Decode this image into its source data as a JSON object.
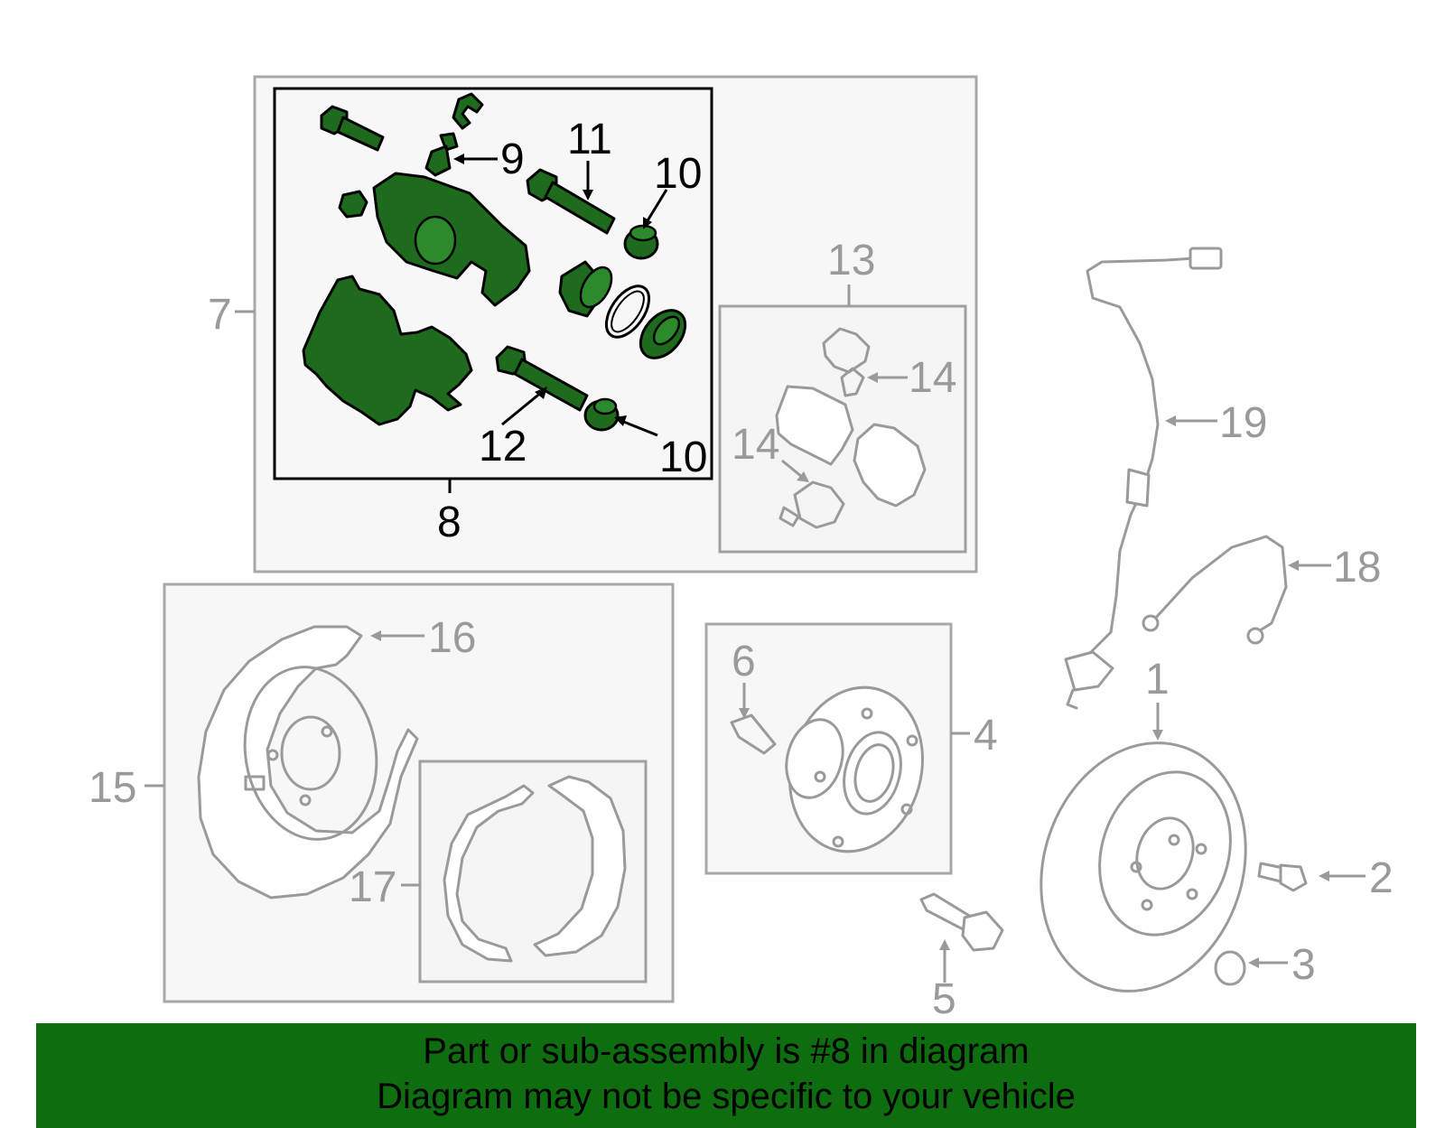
{
  "callouts": {
    "c1": "1",
    "c2": "2",
    "c3": "3",
    "c4": "4",
    "c5": "5",
    "c6": "6",
    "c7": "7",
    "c8": "8",
    "c9": "9",
    "c10a": "10",
    "c10b": "10",
    "c11": "11",
    "c12": "12",
    "c13": "13",
    "c14a": "14",
    "c14b": "14",
    "c15": "15",
    "c16": "16",
    "c17": "17",
    "c18": "18",
    "c19": "19"
  },
  "banner": {
    "line1": "Part or sub-assembly is #8 in diagram",
    "line2": "Diagram may not be specific to your vehicle"
  },
  "colors": {
    "highlight_fill": "#1e6b1e",
    "banner_bg": "#0e6d0e",
    "dim_gray": "#9a9a9a"
  }
}
